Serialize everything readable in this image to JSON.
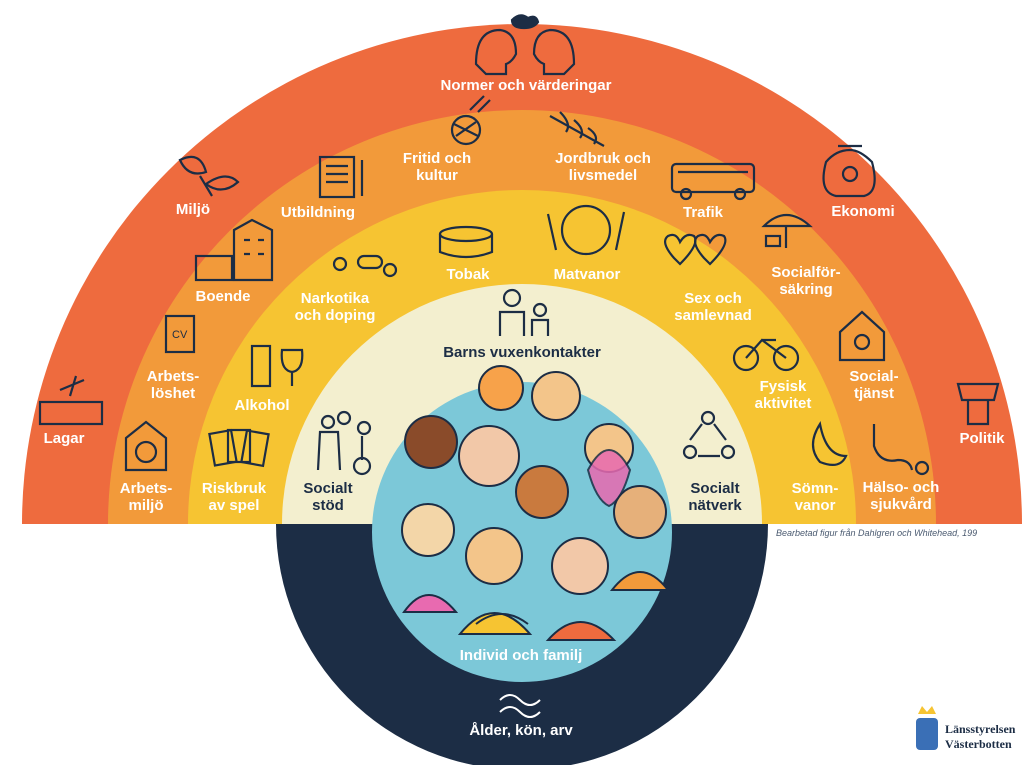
{
  "colors": {
    "outer_ring": "#ee6b3e",
    "middle_ring": "#f29a3a",
    "inner_ring": "#f6c432",
    "core_band": "#f3efcf",
    "lower_half": "#1c2d45",
    "center_circle": "#7cc8d8",
    "text_light": "#ffffff",
    "text_dark": "#1c2d45"
  },
  "outer_ring": {
    "title": "Normer och värderingar",
    "items": {
      "lagar": "Lagar",
      "miljo": "Miljö",
      "ekonomi": "Ekonomi",
      "politik": "Politik"
    }
  },
  "middle_ring": {
    "items": {
      "arbetsmiljo": "Arbets-\nmiljö",
      "arbetsloshet": "Arbets-\nlöshet",
      "boende": "Boende",
      "utbildning": "Utbildning",
      "fritid": "Fritid och\nkultur",
      "jordbruk": "Jordbruk och\nlivsmedel",
      "trafik": "Trafik",
      "socialforsakring": "Socialför-\nsäkring",
      "socialtjanst": "Social-\ntjänst",
      "halso": "Hälso- och\nsjukvård"
    }
  },
  "inner_ring": {
    "items": {
      "riskbruk": "Riskbruk\nav spel",
      "alkohol": "Alkohol",
      "narkotika": "Narkotika\noch doping",
      "tobak": "Tobak",
      "matvanor": "Matvanor",
      "sex": "Sex och\nsamlevnad",
      "fysisk": "Fysisk\naktivitet",
      "somn": "Sömn-\nvanor"
    }
  },
  "core": {
    "barns": "Barns vuxenkontakter",
    "socialt_stod": "Socialt\nstöd",
    "socialt_natverk": "Socialt\nnätverk",
    "individ": "Individ och familj",
    "alder": "Ålder, kön, arv"
  },
  "source_note": "Bearbetad figur från Dahlgren och Whitehead, 199",
  "logo": {
    "line1": "Länsstyrelsen",
    "line2": "Västerbotten"
  },
  "icons": [
    "heads-icon",
    "leaves-icon",
    "yarn-icon",
    "wheat-icon",
    "money-bag-icon",
    "book-icon",
    "house-icon",
    "cv-icon",
    "gavel-icon",
    "house-clock-icon",
    "bus-icon",
    "umbrella-icon",
    "house-cog-icon",
    "podium-icon",
    "stethoscope-icon",
    "cards-icon",
    "glasses-icon",
    "pills-icon",
    "tin-icon",
    "plate-icon",
    "hearts-icon",
    "bicycle-icon",
    "moon-icon",
    "family-icon",
    "support-icon",
    "network-icon",
    "faces-illustration",
    "dna-icon",
    "crown-logo-icon"
  ]
}
